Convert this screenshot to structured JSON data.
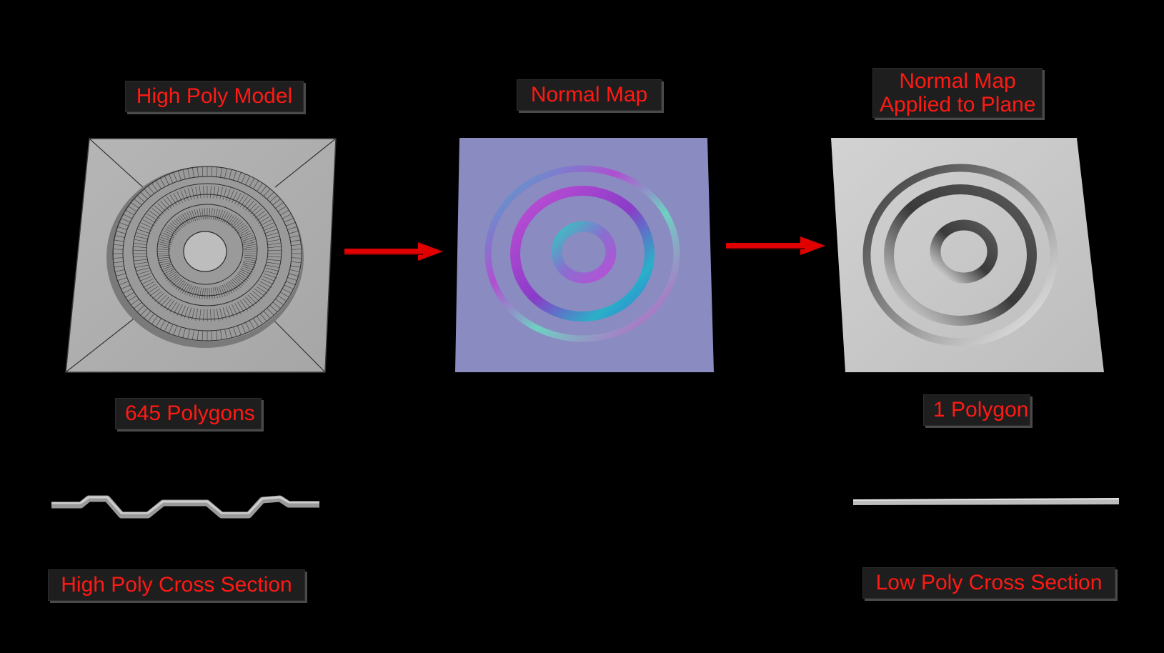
{
  "labels": {
    "high_poly_model": "High Poly Model",
    "normal_map": "Normal Map",
    "normal_map_applied_line1": "Normal Map",
    "normal_map_applied_line2": "Applied to Plane",
    "polygons_high": "645 Polygons",
    "polygons_low": "1 Polygon",
    "high_cross_section": "High Poly Cross Section",
    "low_cross_section": "Low Poly Cross Section"
  },
  "colors": {
    "background": "#000000",
    "label_text": "#ff1a14",
    "label_bg": "#1e1e1e",
    "arrow": "#e00000",
    "normal_map_base": "#8a8bc0",
    "plane_gray": "#c8c8c8"
  },
  "icons": [
    "arrow-right-icon"
  ]
}
